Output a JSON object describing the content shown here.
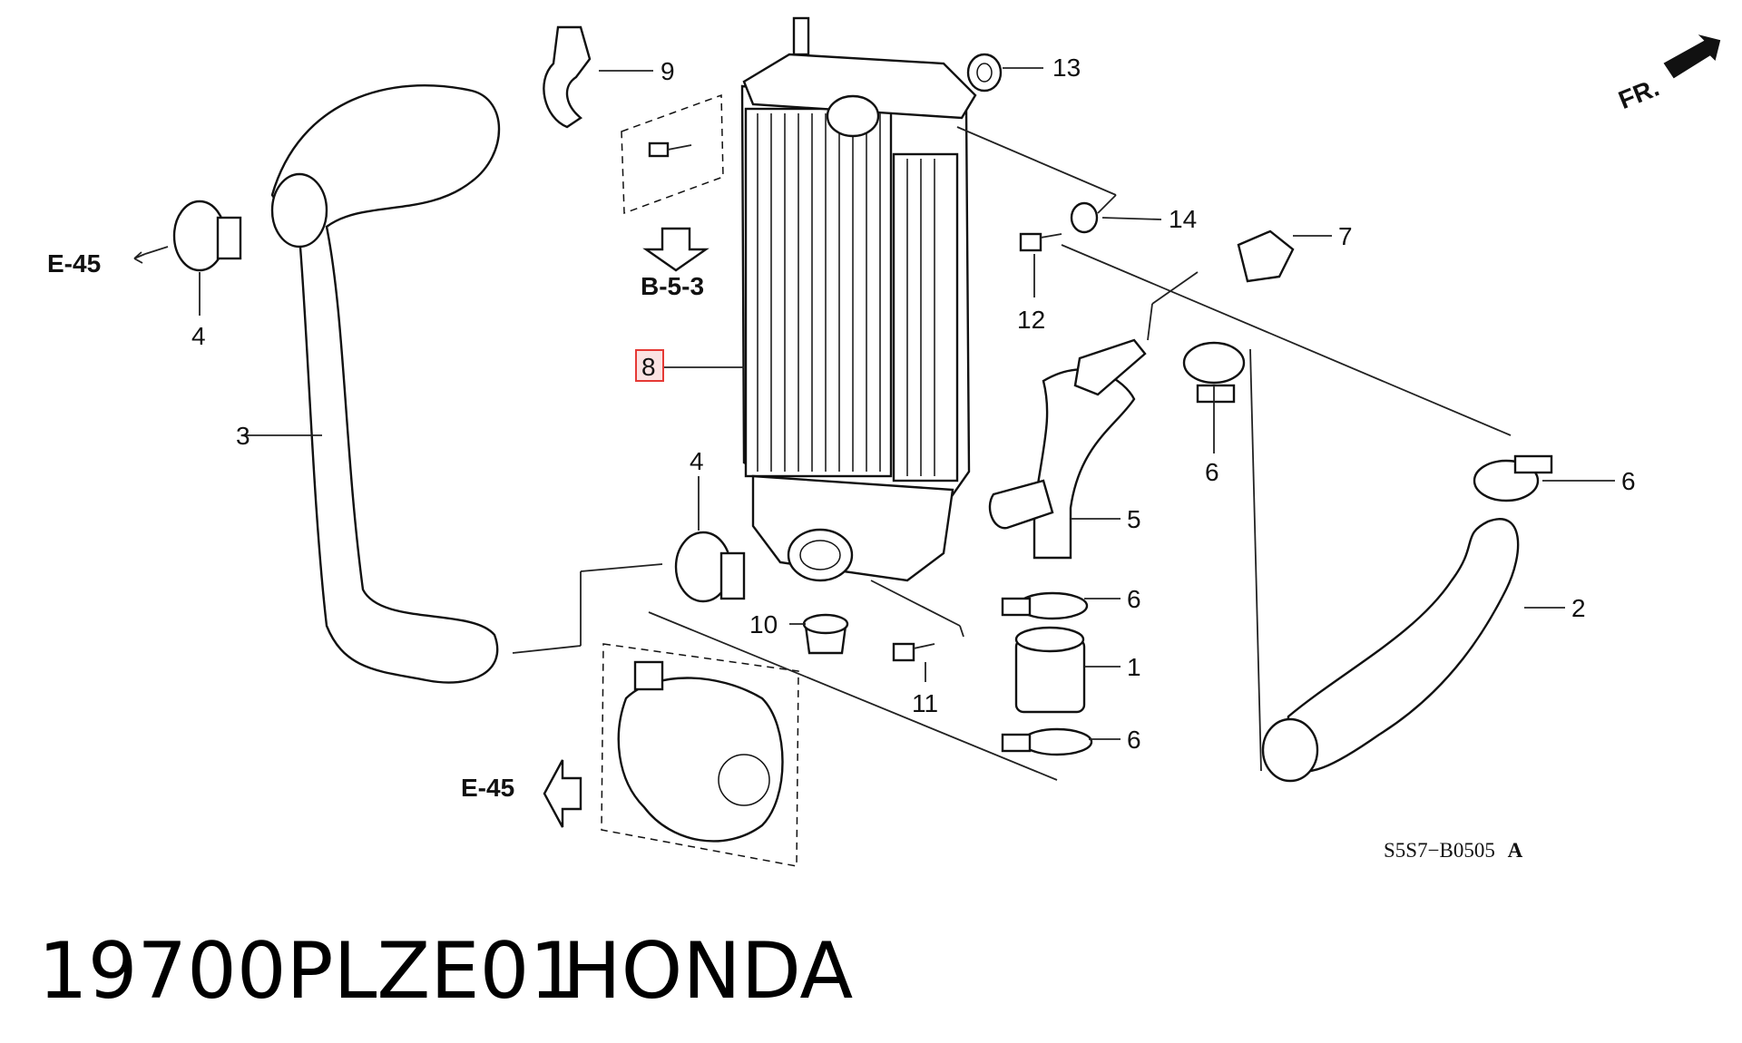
{
  "diagram": {
    "callouts": {
      "c1": "1",
      "c2": "2",
      "c3": "3",
      "c4a": "4",
      "c4b": "4",
      "c5": "5",
      "c6a": "6",
      "c6b": "6",
      "c6c": "6",
      "c6d": "6",
      "c7": "7",
      "c8": "8",
      "c9": "9",
      "c10": "10",
      "c11": "11",
      "c12": "12",
      "c13": "13",
      "c14": "14"
    },
    "refs": {
      "e45_top": "E-45",
      "e45_bottom": "E-45",
      "b53": "B-5-3",
      "front": "FR."
    },
    "drawing_code": "S5S7−B0505",
    "drawing_code_suffix": "A",
    "highlighted_part": "8"
  },
  "caption": {
    "part_number": "19700PLZE01",
    "brand": "HONDA"
  }
}
